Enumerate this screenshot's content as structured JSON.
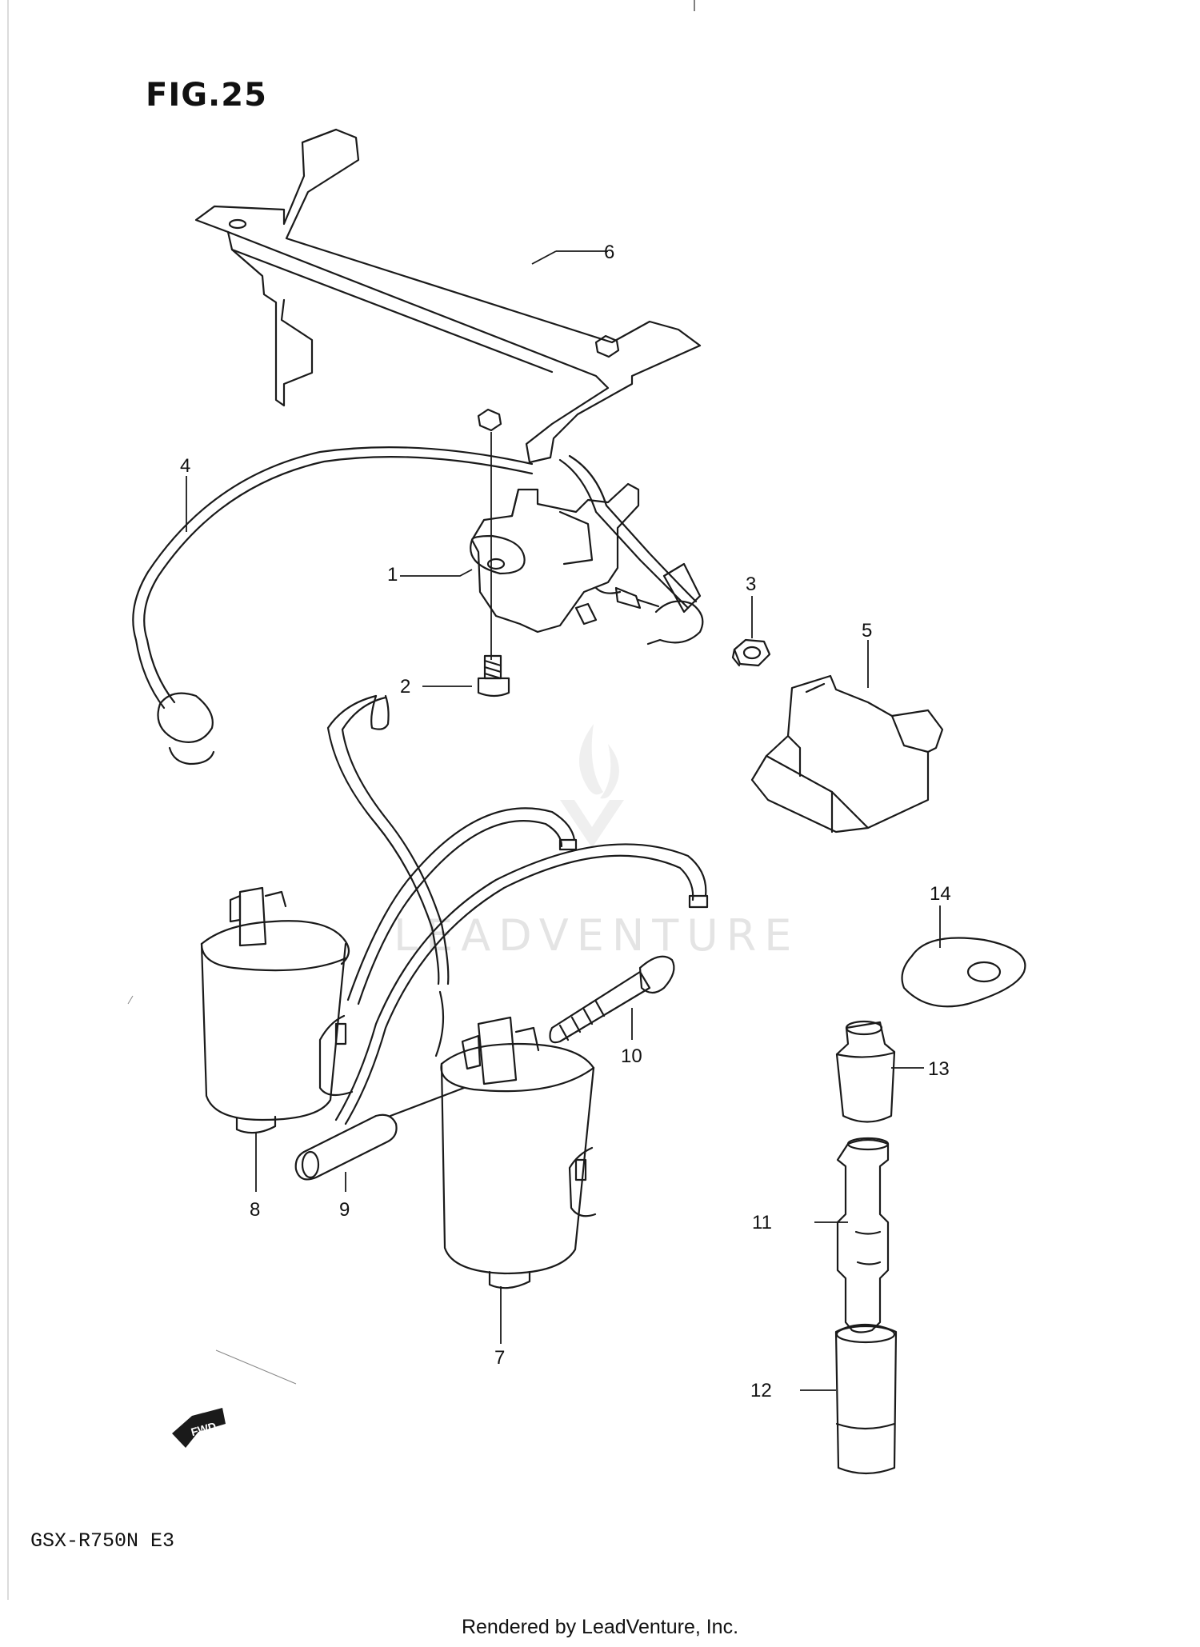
{
  "figure_title": "FIG.25",
  "model_code": "GSX-R750N E3",
  "footer": "Rendered by LeadVenture, Inc.",
  "watermark": "LEADVENTURE",
  "fwd_label": "FWD",
  "callouts": {
    "c1": "1",
    "c2": "2",
    "c3": "3",
    "c4": "4",
    "c5": "5",
    "c6": "6",
    "c7": "7",
    "c8": "8",
    "c9": "9",
    "c10": "10",
    "c11": "11",
    "c12": "12",
    "c13": "13",
    "c14": "14"
  }
}
